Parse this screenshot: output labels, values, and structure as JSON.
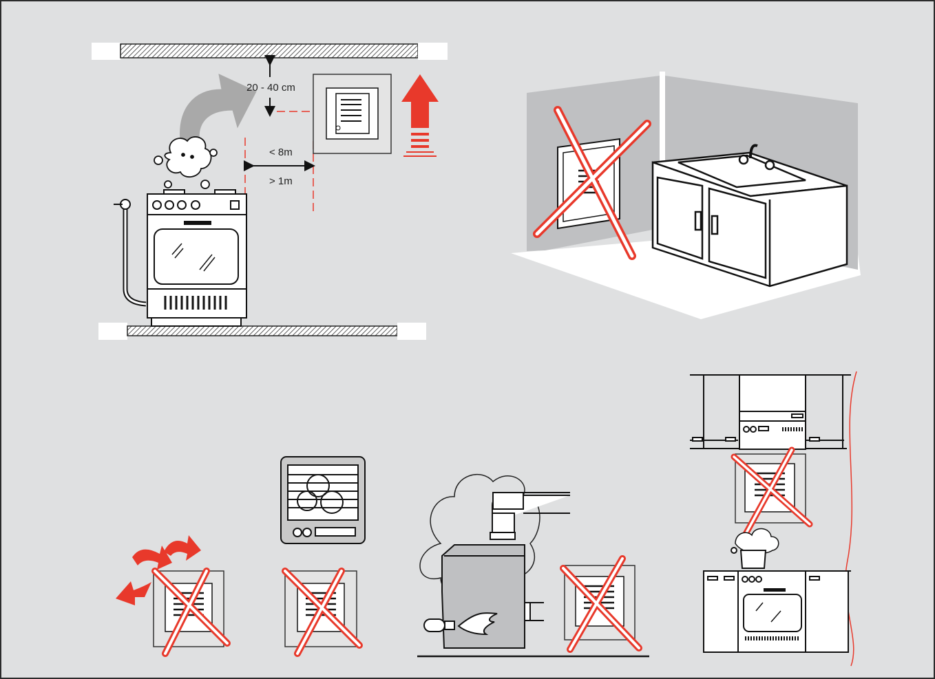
{
  "labels": {
    "vertical_distance": "20 - 40 cm",
    "max_horizontal": "< 8m",
    "min_horizontal": "> 1m"
  },
  "colors": {
    "background": "#dfe0e1",
    "frame": "#2b2b2b",
    "line": "#1a1a1a",
    "accent_red": "#e8392b",
    "smoke_arrow": "#a9a9a9",
    "kitchen_wall": "#bfc0c2"
  },
  "icons": {
    "detector": "gas-detector-icon",
    "prohibited": "red-x-icon",
    "up_arrow": "upward-arrow-icon",
    "fan": "extractor-fan-icon",
    "boiler": "boiler-icon",
    "stove": "gas-stove-icon"
  }
}
